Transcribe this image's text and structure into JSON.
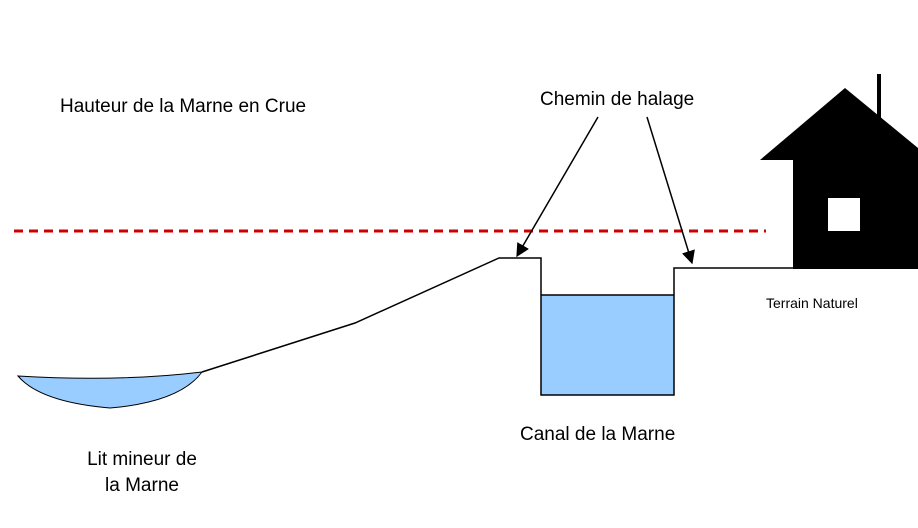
{
  "labels": {
    "flood_height": "Hauteur de la Marne en Crue",
    "towpath": "Chemin de halage",
    "natural_ground": "Terrain Naturel",
    "canal": "Canal de la Marne",
    "riverbed_line1": "Lit mineur de",
    "riverbed_line2": "la Marne"
  },
  "colors": {
    "water": "#99ccff",
    "flood_line": "#cc0000",
    "ink": "#000000",
    "background": "#ffffff"
  }
}
